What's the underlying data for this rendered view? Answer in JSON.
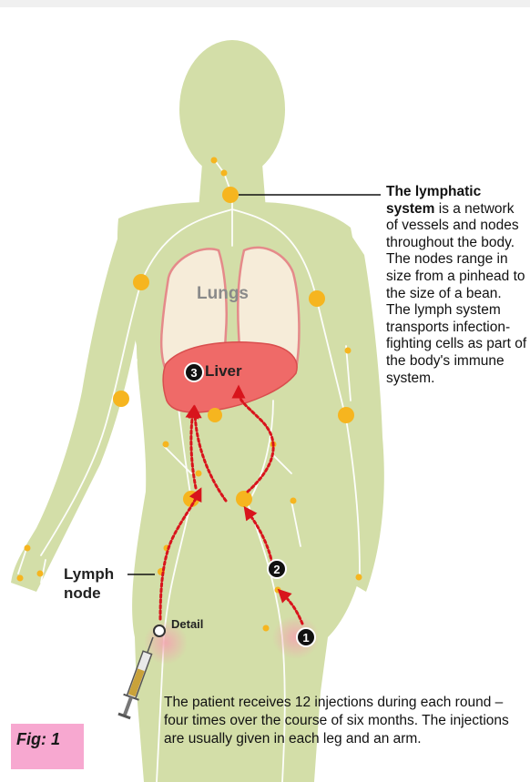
{
  "labels": {
    "description_bold": "The lymphatic system",
    "description_rest": " is a network of vessels and nodes throughout the body. The nodes range in size from a pinhead to the size of a bean. The lymph system transports infection-fighting cells as part of the body's immune system.",
    "lungs": "Lungs",
    "liver": "Liver",
    "lymph_node": "Lymph node",
    "detail": "Detail",
    "caption": "The patient receives 12 injections during each round – four times over the course of six months. The injections are usually given in each leg and an arm.",
    "figure": "Fig: 1"
  },
  "markers": [
    "1",
    "2",
    "3"
  ],
  "colors": {
    "body": "#d3dea8",
    "node": "#f6b51f",
    "lung_fill": "#f6ecd9",
    "lung_stroke": "#e58a8a",
    "liver": "#ef6a68",
    "arrow": "#d8141c",
    "figure_box": "#f7a8d0"
  }
}
